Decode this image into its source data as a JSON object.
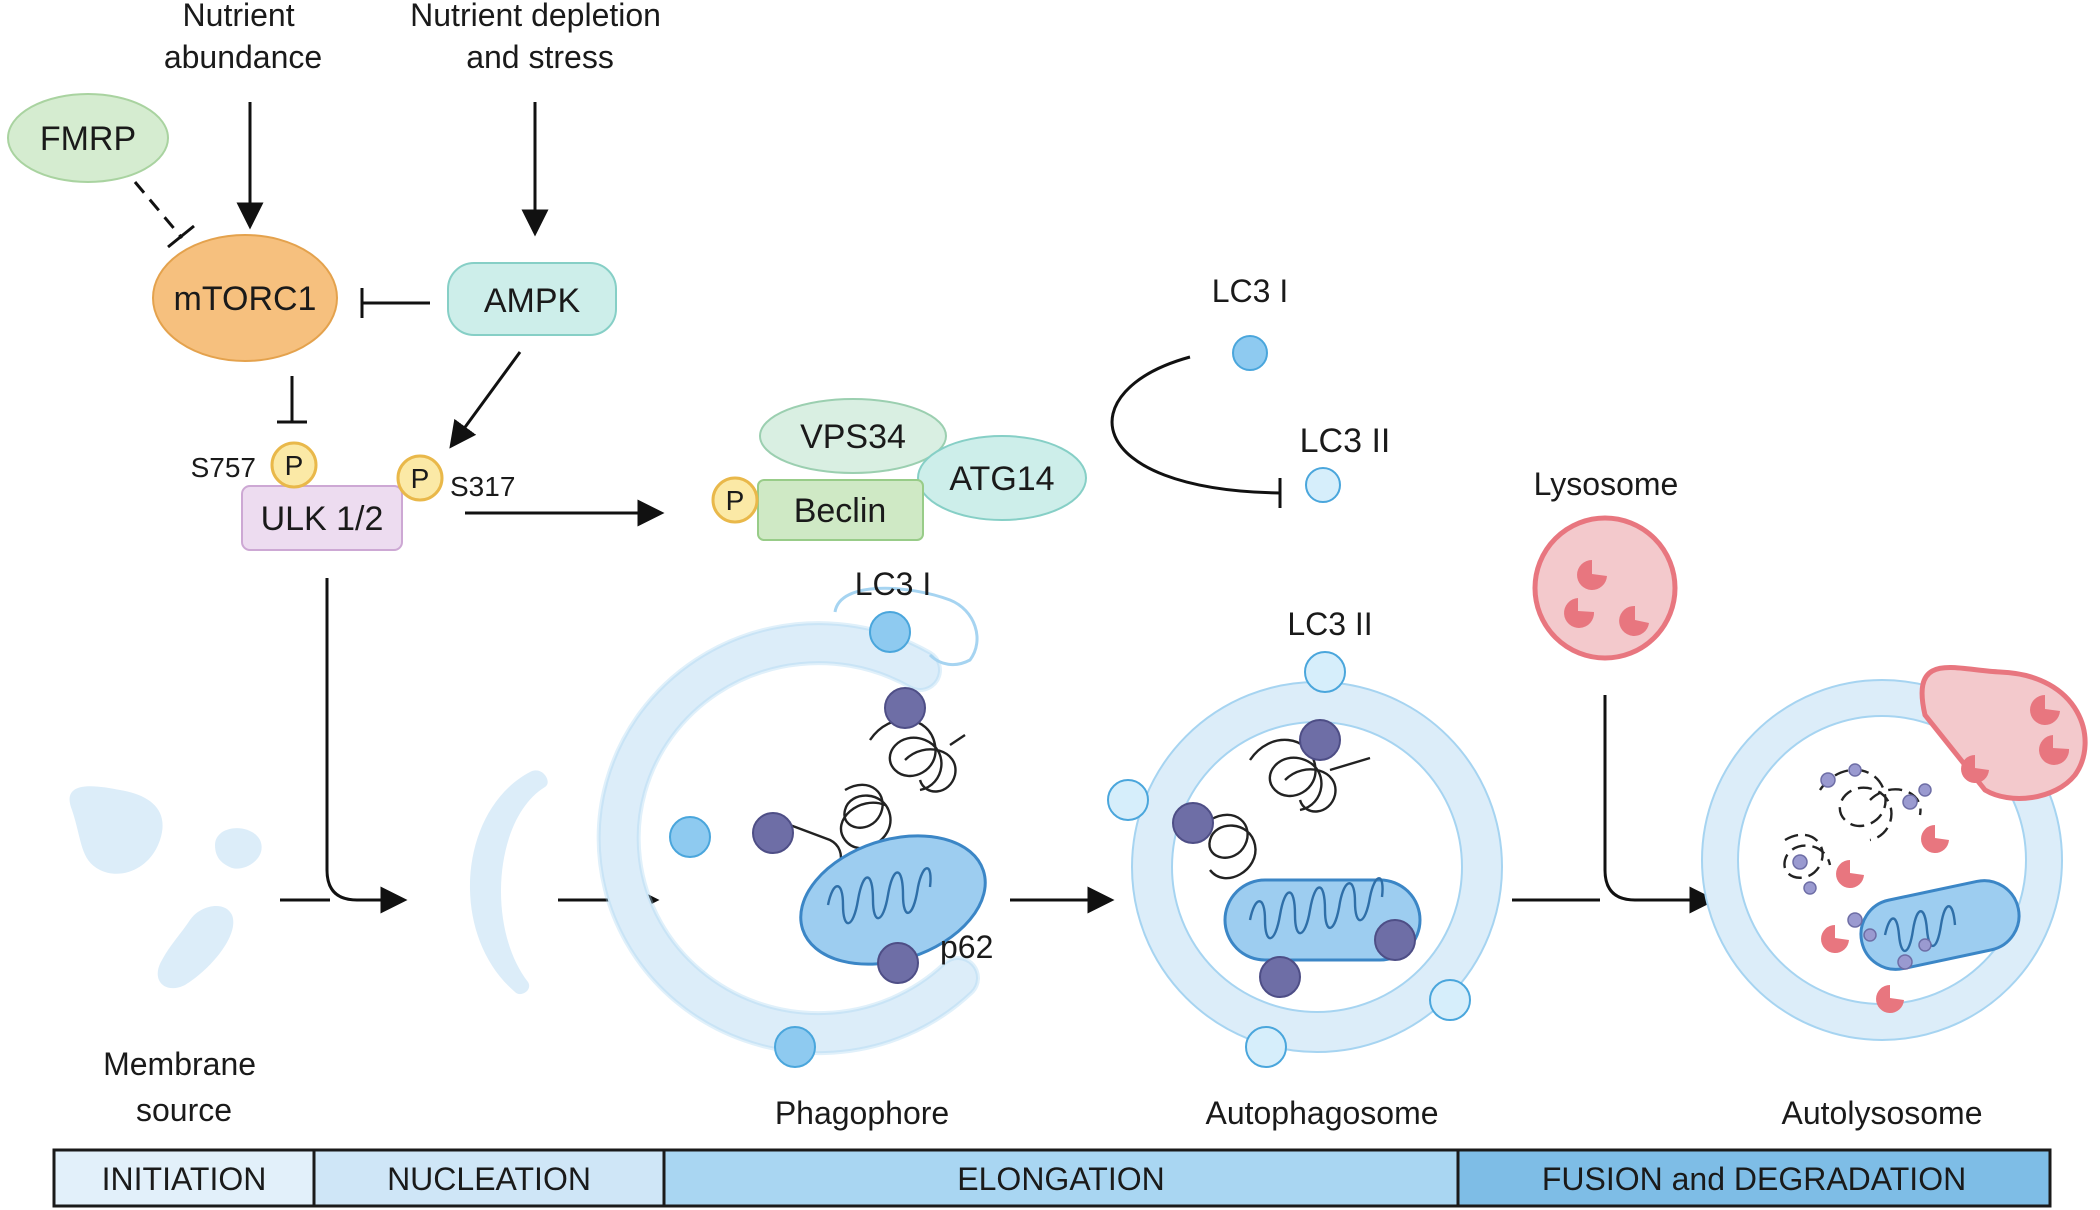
{
  "inputs": {
    "nutrient_abundance": [
      "Nutrient",
      "abundance"
    ],
    "nutrient_depletion": [
      "Nutrient depletion",
      "and stress"
    ]
  },
  "nodes": {
    "fmrp": "FMRP",
    "mtorc1": "mTORC1",
    "ampk": "AMPK",
    "ulk": "ULK 1/2",
    "s757": "S757",
    "s317": "S317",
    "phospho": "P",
    "vps34": "VPS34",
    "atg14": "ATG14",
    "beclin": "Beclin",
    "lc3_i": "LC3 I",
    "lc3_ii": "LC3 II",
    "lysosome": "Lysosome",
    "p62": "p62"
  },
  "structures": {
    "membrane_source": [
      "Membrane",
      "source"
    ],
    "phagophore": "Phagophore",
    "autophagosome": "Autophagosome",
    "autolysosome": "Autolysosome"
  },
  "stages": [
    "INITIATION",
    "NUCLEATION",
    "ELONGATION",
    "FUSION and DEGRADATION"
  ],
  "colors": {
    "fmrp_fill": "#d5ecd0",
    "mtorc1_fill": "#f6c07e",
    "ampk_fill": "#cdeeea",
    "ulk_fill": "#eddcf0",
    "phospho_fill": "#fbe9a6",
    "vps34_fill": "#d9efe2",
    "beclin_fill": "#cfe9c5",
    "lc3_fill": "#8ecaf0",
    "membrane_fill": "#dcedf9",
    "mito_fill": "#9dcdf0",
    "p62_fill": "#6e6ea6",
    "lysosome_fill": "#f3c9cc",
    "lysosome_stroke": "#e8767f",
    "stage_light": "#e2f0fa",
    "stage_mid": "#cfe6f7",
    "stage_main": "#a9d6f2",
    "stage_dark": "#7ebde6"
  }
}
